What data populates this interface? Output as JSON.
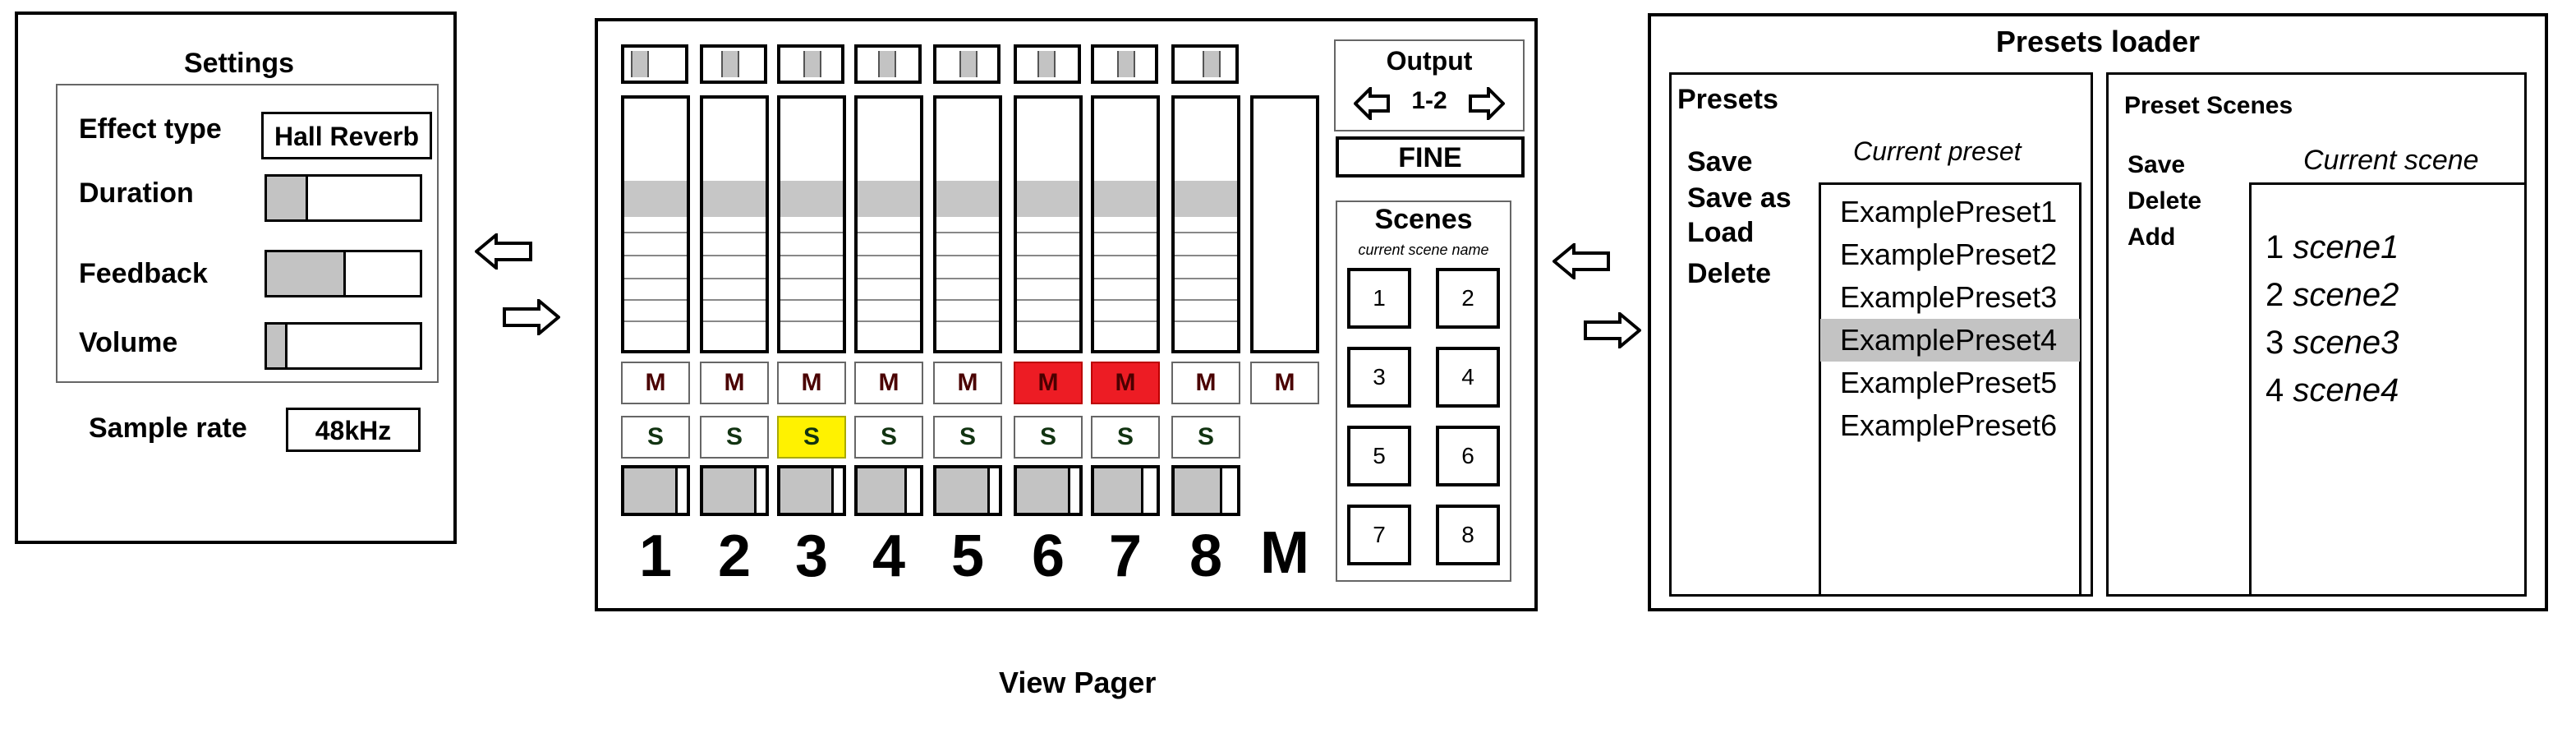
{
  "settings": {
    "title": "Settings",
    "effect_type_label": "Effect type",
    "effect_type_value": "Hall Reverb",
    "duration_label": "Duration",
    "duration_level": 0.25,
    "feedback_label": "Feedback",
    "feedback_level": 0.5,
    "volume_label": "Volume",
    "volume_level": 0.12,
    "sample_rate_label": "Sample rate",
    "sample_rate_value": "48kHz"
  },
  "mixer": {
    "channels": [
      {
        "number": "1",
        "pan": 0.15,
        "volume": 0.82,
        "mute": "M",
        "mute_on": false,
        "solo": "S",
        "solo_on": false
      },
      {
        "number": "2",
        "pan": 0.4,
        "volume": 0.82,
        "mute": "M",
        "mute_on": false,
        "solo": "S",
        "solo_on": false
      },
      {
        "number": "3",
        "pan": 0.5,
        "volume": 0.82,
        "mute": "M",
        "mute_on": false,
        "solo": "S",
        "solo_on": true
      },
      {
        "number": "4",
        "pan": 0.45,
        "volume": 0.75,
        "mute": "M",
        "mute_on": false,
        "solo": "S",
        "solo_on": false
      },
      {
        "number": "5",
        "pan": 0.5,
        "volume": 0.82,
        "mute": "M",
        "mute_on": false,
        "solo": "S",
        "solo_on": false
      },
      {
        "number": "6",
        "pan": 0.45,
        "volume": 0.82,
        "mute": "M",
        "mute_on": true,
        "solo": "S",
        "solo_on": false
      },
      {
        "number": "7",
        "pan": 0.5,
        "volume": 0.75,
        "mute": "M",
        "mute_on": true,
        "solo": "S",
        "solo_on": false
      },
      {
        "number": "8",
        "pan": 0.6,
        "volume": 0.72,
        "mute": "M",
        "mute_on": false,
        "solo": "S",
        "solo_on": false
      }
    ],
    "master": {
      "number": "M",
      "mute": "M"
    },
    "output_label": "Output",
    "output_value": "1-2",
    "fine_label": "FINE",
    "scenes_title": "Scenes",
    "scenes_subtitle": "current scene name",
    "scene_buttons": [
      "1",
      "2",
      "3",
      "4",
      "5",
      "6",
      "7",
      "8"
    ]
  },
  "view_pager_label": "View Pager",
  "presets_loader": {
    "title": "Presets loader",
    "presets": {
      "title": "Presets",
      "actions": [
        "Save",
        "Save as",
        "Load",
        "Delete"
      ],
      "current_label": "Current preset",
      "items": [
        "ExamplePreset1",
        "ExamplePreset2",
        "ExamplePreset3",
        "ExamplePreset4",
        "ExamplePreset5",
        "ExamplePreset6"
      ],
      "selected_index": 3
    },
    "scenes": {
      "title": "Preset Scenes",
      "actions": [
        "Save",
        "Delete",
        "Add"
      ],
      "current_label": "Current scene",
      "items": [
        {
          "num": "1",
          "name": "scene1"
        },
        {
          "num": "2",
          "name": "scene2"
        },
        {
          "num": "3",
          "name": "scene3"
        },
        {
          "num": "4",
          "name": "scene4"
        }
      ]
    }
  },
  "icons": {
    "arrow_left": "arrow-left-icon",
    "arrow_right": "arrow-right-icon"
  },
  "colors": {
    "mute_on": "#ed1c24",
    "solo_on": "#fff200",
    "slider_fill": "#c3c3c3"
  }
}
